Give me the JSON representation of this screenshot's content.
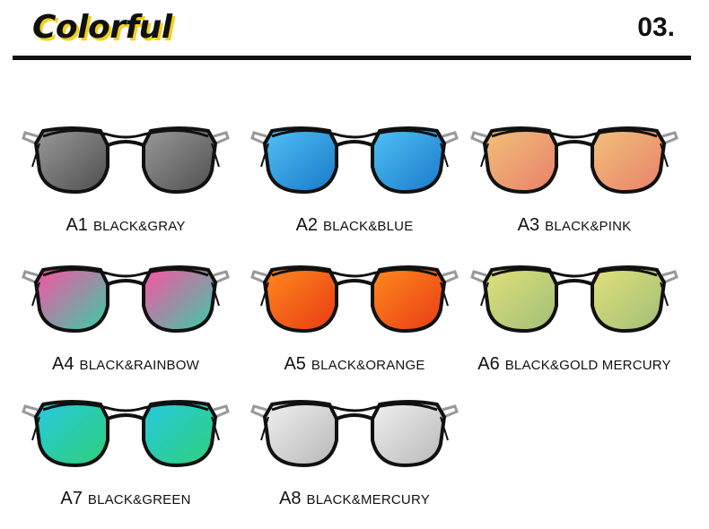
{
  "header": {
    "title": "Colorful",
    "page_number": "03."
  },
  "items": [
    {
      "code": "A1",
      "name": "BLACK&GRAY",
      "lens": [
        "#9a9a9a",
        "#4e4e4e"
      ],
      "icon": "sunglasses-icon"
    },
    {
      "code": "A2",
      "name": "BLACK&BLUE",
      "lens": [
        "#4fc2f5",
        "#1a78c9"
      ],
      "icon": "sunglasses-icon"
    },
    {
      "code": "A3",
      "name": "BLACK&PINK",
      "lens": [
        "#f1c27a",
        "#e97f6a"
      ],
      "icon": "sunglasses-icon"
    },
    {
      "code": "A4",
      "name": "BLACK&RAINBOW",
      "lens": [
        "#ff4fa3",
        "#33d0a6"
      ],
      "icon": "sunglasses-icon"
    },
    {
      "code": "A5",
      "name": "BLACK&ORANGE",
      "lens": [
        "#ff8a1e",
        "#e83a14"
      ],
      "icon": "sunglasses-icon"
    },
    {
      "code": "A6",
      "name": "BLACK&GOLD MERCURY",
      "lens": [
        "#e2e07a",
        "#9fbf78"
      ],
      "icon": "sunglasses-icon"
    },
    {
      "code": "A7",
      "name": "BLACK&GREEN",
      "lens": [
        "#26c9e0",
        "#2fd07a"
      ],
      "icon": "sunglasses-icon"
    },
    {
      "code": "A8",
      "name": "BLACK&MERCURY",
      "lens": [
        "#f0f0f0",
        "#b8b8b8"
      ],
      "icon": "sunglasses-icon"
    }
  ]
}
